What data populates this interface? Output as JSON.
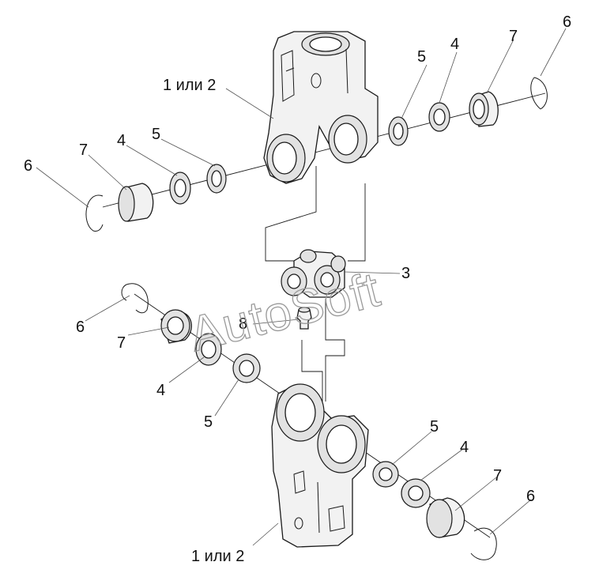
{
  "callouts": {
    "yoke": "1 или 2",
    "seal": "4",
    "washer": "5",
    "snap_ring": "6",
    "bearing_cup": "7",
    "cross": "3",
    "grease_fitting": "8"
  },
  "watermark": "AutoSoft"
}
